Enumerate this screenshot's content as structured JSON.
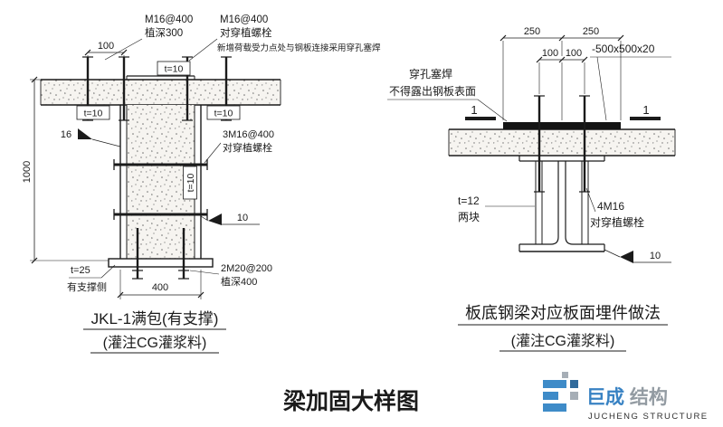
{
  "title": "梁加固大样图",
  "logo": {
    "cn_primary": "巨成",
    "cn_secondary": "结构",
    "en": "JUCHENG STRUCTURE"
  },
  "left": {
    "dim_top": "100",
    "dim_height": "1000",
    "dim_bottom": "400",
    "anchor_label1": "M16@400",
    "anchor_label2": "植深300",
    "bolt_label1": "M16@400",
    "bolt_label2": "对穿植螺栓",
    "weld_note": "新增荷载受力点处与钢板连接采用穿孔塞焊",
    "plate_t10": "t=10",
    "weld_16": "16",
    "mid_bolt1": "3M16@400",
    "mid_bolt2": "对穿植螺栓",
    "weld_10": "10",
    "base_t25": "t=25",
    "base_side": "有支撑侧",
    "anchor_bottom1": "2M20@200",
    "anchor_bottom2": "植深400",
    "caption1": "JKL-1满包(有支撑)",
    "caption2": "(灌注CG灌浆料)"
  },
  "right": {
    "dim_250a": "250",
    "dim_250b": "250",
    "dim_100a": "100",
    "dim_100b": "100",
    "weld_note1": "穿孔塞焊",
    "weld_note2": "不得露出钢板表面",
    "plate_label": "-500x500x20",
    "section_mark": "1",
    "plate_t12a": "t=12",
    "plate_t12b": "两块",
    "bolt1": "4M16",
    "bolt2": "对穿植螺栓",
    "weld_10": "10",
    "caption1": "板底钢梁对应板面埋件做法",
    "caption2": "(灌注CG灌浆料)"
  }
}
